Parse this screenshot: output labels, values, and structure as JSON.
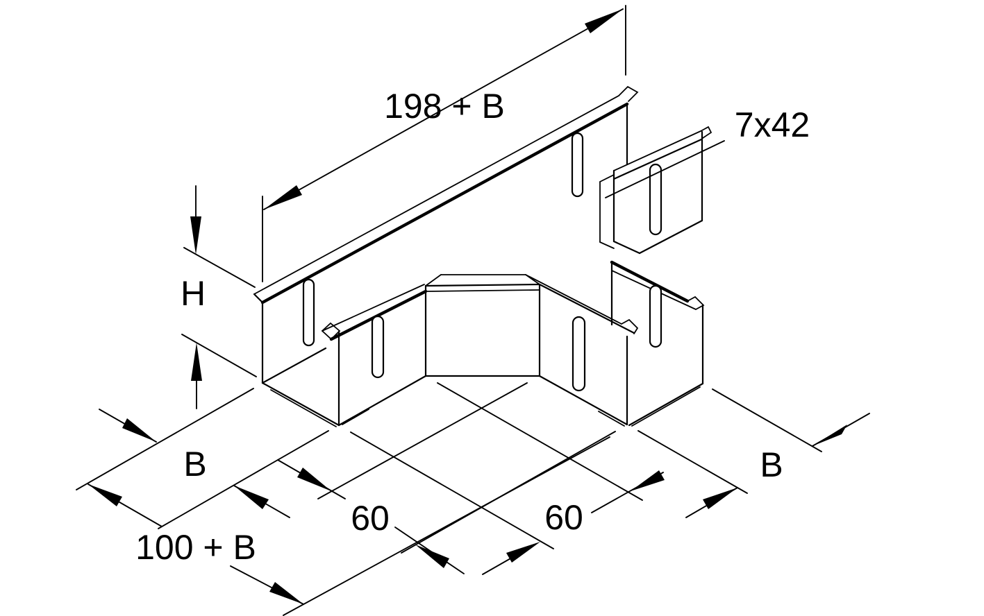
{
  "drawing": {
    "type": "isometric-technical-drawing",
    "subject": "cable tray 90-degree flat bend / corner piece with slotted side rails and connector tab",
    "colors": {
      "line": "#000000",
      "background": "#ffffff"
    },
    "labels": {
      "length_top": "198 + B",
      "slot_size": "7x42",
      "height": "H",
      "width_left": "B",
      "width_right": "B",
      "chamfer_left": "60",
      "chamfer_right": "60",
      "length_left": "100 + B"
    }
  }
}
